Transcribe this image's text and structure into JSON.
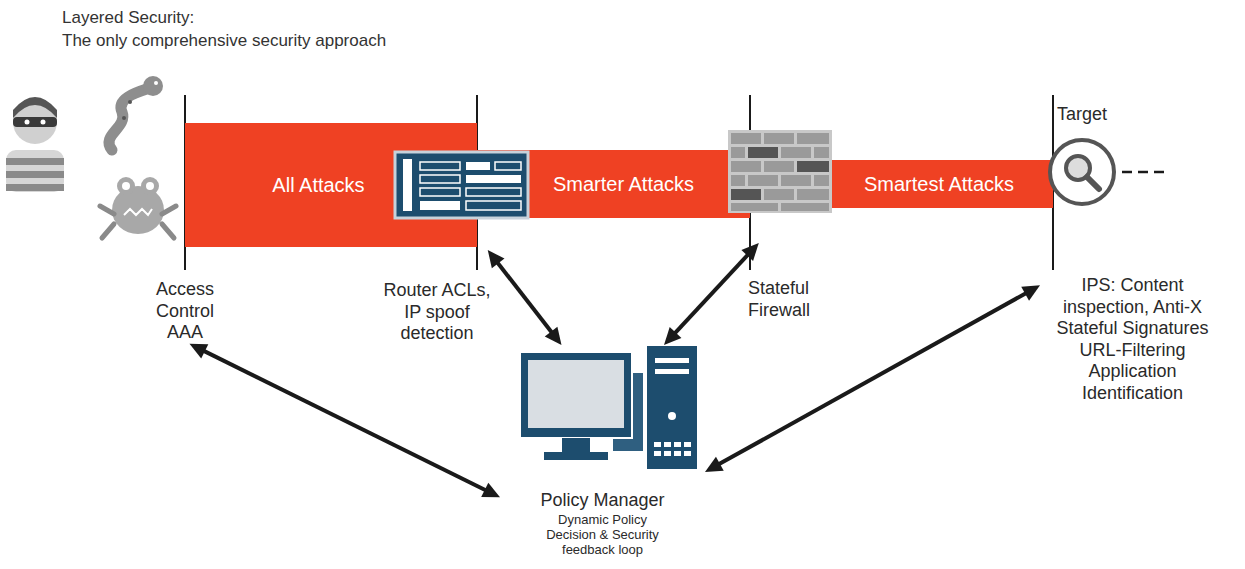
{
  "diagram": {
    "title": "Layered Security:",
    "nodes": [
      {
        "text": [
          "All Attacks"
        ]
      },
      {
        "text": [
          "Smarter Attacks"
        ]
      },
      {
        "text": [
          "Smartest Attacks"
        ]
      },
      {
        "text": [
          "Target"
        ]
      },
      {
        "text": [
          "Access Control AAA"
        ]
      },
      {
        "text": [
          "Router ACLs, IP spoof detection"
        ]
      },
      {
        "text": [
          "Stateful Firewall"
        ]
      },
      {
        "text": [
          "IPS: Content inspection, Anti-X Stateful Signatures URL-Filtering Application Identification"
        ]
      },
      {
        "text": [
          "Policy Manager",
          "Dynamic Policy Decision & Security feedback loop"
        ]
      }
    ],
    "edges": [
      {
        "from": 8,
        "to": 4,
        "arrow": "both"
      },
      {
        "from": 8,
        "to": 5,
        "arrow": "both"
      },
      {
        "from": 8,
        "to": 6,
        "arrow": "both"
      },
      {
        "from": 8,
        "to": 7,
        "arrow": "both"
      }
    ],
    "labels": [
      "The only comprehensive security approach"
    ]
  }
}
